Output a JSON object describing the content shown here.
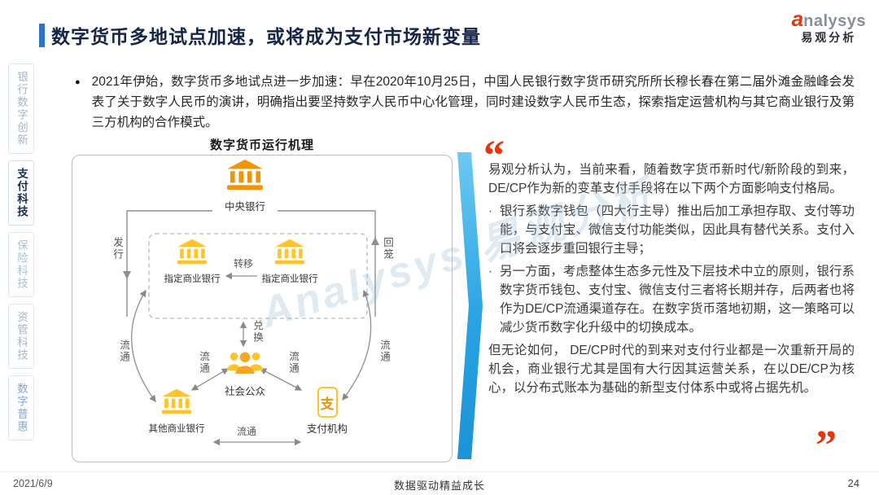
{
  "header": {
    "title": "数字货币多地试点加速，或将成为支付市场新变量",
    "logo": {
      "mark": "a",
      "rest": "nalysys",
      "cn": "易观分析"
    }
  },
  "sidebar": {
    "items": [
      {
        "label": "银行数字创新",
        "active": false
      },
      {
        "label": "支付科技",
        "active": true
      },
      {
        "label": "保险科技",
        "active": false
      },
      {
        "label": "资管科技",
        "active": false
      },
      {
        "label": "数字普惠",
        "active": false
      }
    ]
  },
  "intro": {
    "bullet": "●",
    "text": "2021年伊始，数字货币多地试点进一步加速：早在2020年10月25日，中国人民银行数字货币研究所所长穆长春在第二届外滩金融峰会发表了关于数字人民币的演讲，明确指出要坚持数字人民币中心化管理，同时建设数字人民币生态，探索指定运营机构与其它商业银行及第三方机构的合作模式。"
  },
  "diagram": {
    "title": "数字货币运行机理",
    "nodes": {
      "central_bank": "中央银行",
      "designated_bank_left": "指定商业银行",
      "designated_bank_right": "指定商业银行",
      "public": "社会公众",
      "other_bank": "其他商业银行",
      "payment_org": "支付机构"
    },
    "labels": {
      "issue": "发行",
      "recall": "回笼",
      "transfer": "转移",
      "exchange": "兑换",
      "circulation": "流通"
    },
    "payment_char": "支"
  },
  "quotes": {
    "open": "“",
    "close": "”"
  },
  "analysis": {
    "bullet": "·",
    "intro": "易观分析认为，当前来看，随着数字货币新时代/新阶段的到来，DE/CP作为新的变革支付手段将在以下两个方面影响支付格局。",
    "points": [
      "银行系数字钱包（四大行主导）推出后加工承担存取、支付等功能，与支付宝、微信支付功能类似，因此具有替代关系。支付入口将会逐步重回银行主导；",
      "另一方面，考虑整体生态多元性及下层技术中立的原则，银行系数字货币钱包、支付宝、微信支付三者将长期并存，后两者也将作为DE/CP流通渠道存在。在数字货币落地初期，这一策略可以减少货币数字化升级中的切换成本。"
    ],
    "conclusion": "但无论如何， DE/CP时代的到来对支付行业都是一次重新开局的机会，商业银行尤其是国有大行因其运营关系，在以DE/CP为核心，以分布式账本为基础的新型支付体系中或将占据先机。"
  },
  "watermark": {
    "text": "Analysys 易观分析"
  },
  "footer": {
    "date": "2021/6/9",
    "slogan": "数据驱动精益成长",
    "page": "24"
  },
  "colors": {
    "accent_bar_blue": "#2e75c8",
    "chevron_blue": "#29a3e3",
    "central_bank_orange": "#f0950a",
    "commercial_bank_yellow": "#ffc42a",
    "quote_red": "#e8340c",
    "sidebar_active": "#1c2d52",
    "title_navy": "#152447"
  }
}
